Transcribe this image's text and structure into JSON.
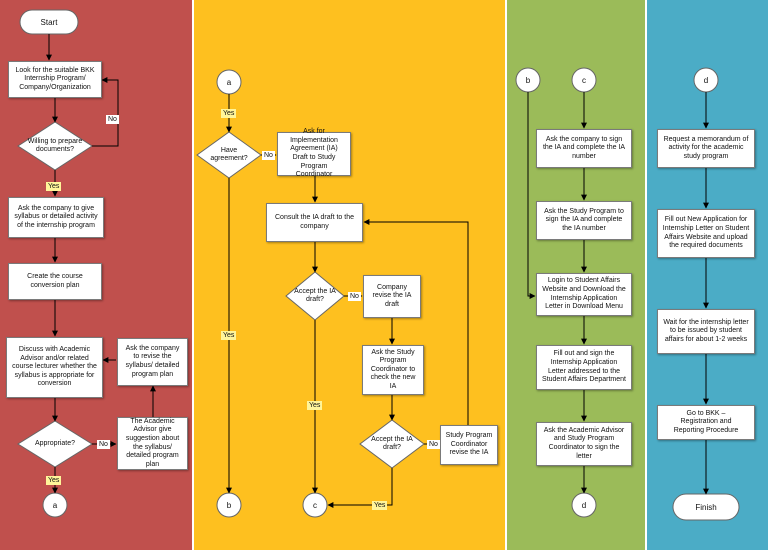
{
  "lanes": [
    {
      "color": "#c0504d"
    },
    {
      "color": "#fec01f"
    },
    {
      "color": "#9bbb59"
    },
    {
      "color": "#4bacc6"
    }
  ],
  "nodes": {
    "start": "Start",
    "look_bkk": "Look for the suitable BKK Internship Program/ Company/Organization",
    "willing": "Willing to prepare documents?",
    "ask_syllabus": "Ask the company to give syllabus or detailed activity of the internship program",
    "create_conversion": "Create the course conversion plan",
    "discuss_advisor": "Discuss with Academic Advisor and/or related course lecturer whether the syllabus is appropriate for conversion",
    "appropriate": "Appropriate?",
    "advisor_suggestion": "The Academic Advisor give suggestion about the syllabus/ detailed program plan",
    "revise_syllabus": "Ask the company to revise the syllabus/ detailed program plan",
    "conn_a_end": "a",
    "conn_a_start": "a",
    "have_agreement": "Have agreement?",
    "ask_ia": "Ask for Implementation Agreement (IA) Draft to Study Program Coordinator",
    "consult_ia": "Consult the IA draft to the company",
    "accept_ia_1": "Accept the IA draft?",
    "company_revise": "Company revise the IA draft",
    "ask_coordinator": "Ask the Study Program Coordinator to check the new IA",
    "accept_ia_2": "Accept the IA draft?",
    "coordinator_revise": "Study Program Coordinator revise the IA",
    "conn_b_end": "b",
    "conn_c_end": "c",
    "conn_b_start": "b",
    "conn_c_start": "c",
    "sign_ia": "Ask the company to sign the IA and complete the IA number",
    "program_sign": "Ask the Study Program to sign the IA and complete the IA number",
    "login_student": "Login to Student Affairs Website and Download the Internship Application Letter in Download Menu",
    "fill_sign_letter": "Fill out and sign the Internship Application Letter addressed to the Student Affairs Department",
    "advisor_sign_letter": "Ask the Academic Advisor and Study Program Coordinator to sign the letter",
    "conn_d_end": "d",
    "conn_d_start": "d",
    "request_memo": "Request a memorandum of activity for the academic study program",
    "fill_new_app": "Fill out New Application for Internship Letter on Student Affairs Website and upload the required documents",
    "wait_letter": "Wait for the internship letter to be issued by student affairs for about 1-2 weeks",
    "go_bkk": "Go to BKK – Registration and Reporting Procedure",
    "finish": "Finish"
  },
  "edge_labels": {
    "no_willing": "No",
    "yes_willing": "Yes",
    "no_appropriate": "No",
    "yes_appropriate": "Yes",
    "yes_a": "Yes",
    "no_agreement": "No",
    "yes_agreement": "Yes",
    "no_accept1": "No",
    "yes_accept1": "Yes",
    "no_accept2": "No",
    "yes_accept2": "Yes"
  }
}
